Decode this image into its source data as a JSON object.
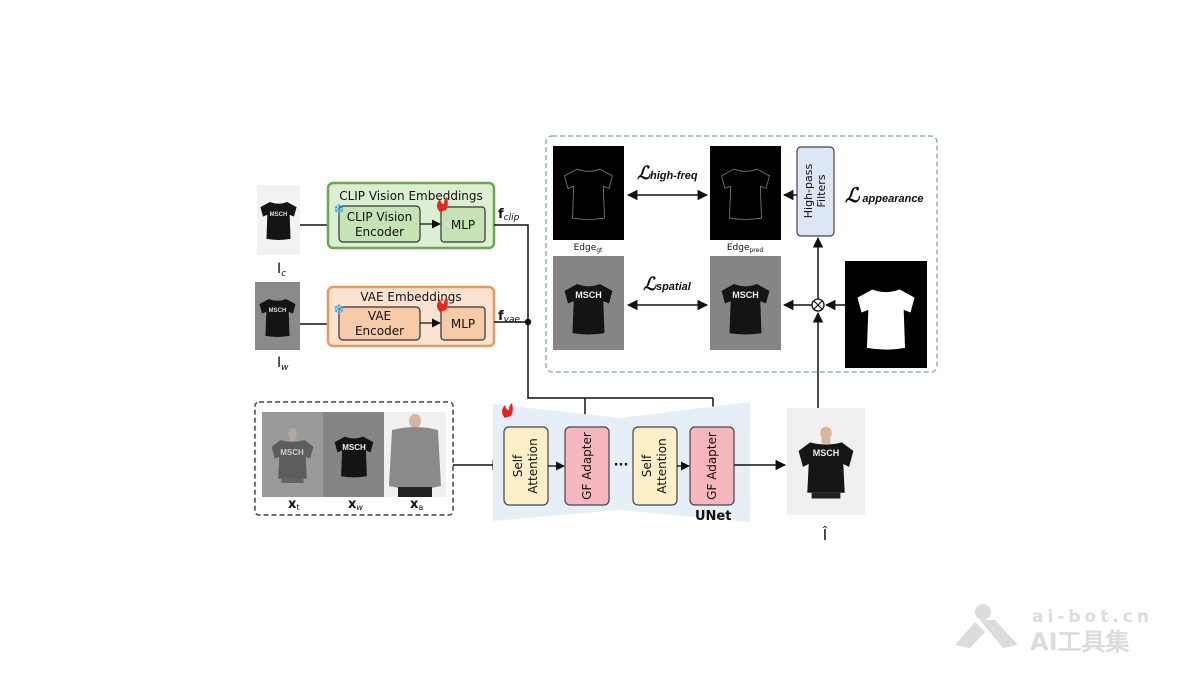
{
  "colors": {
    "clip_box": "#dcefd2",
    "clip_border": "#6aa84f",
    "vae_box": "#fbe3d2",
    "vae_border": "#e69a5e",
    "self_attention": "#fdf0c8",
    "gf_adapter": "#f6b8be",
    "high_pass": "#dce6f5",
    "unet_bg": "#e6eff8",
    "dashed_border": "#8fb0cc"
  },
  "shirt_text": "MSCH",
  "inputs": {
    "cloth_label": "I",
    "cloth_sub": "c",
    "warped_label": "I",
    "warped_sub": "w"
  },
  "clip": {
    "title": "CLIP Vision Embeddings",
    "encoder_line1": "CLIP Vision",
    "encoder_line2": "Encoder",
    "mlp": "MLP",
    "feature": "f",
    "feature_sub": "clip"
  },
  "vae": {
    "title": "VAE Embeddings",
    "encoder_line1": "VAE",
    "encoder_line2": "Encoder",
    "mlp": "MLP",
    "feature": "f",
    "feature_sub": "vae"
  },
  "losses": {
    "high_freq": "high-freq",
    "spatial": "spatial",
    "appearance": "appearance",
    "symbol": "ℒ"
  },
  "edge_gt": {
    "label": "Edge",
    "sub": "gt"
  },
  "edge_pred": {
    "label": "Edge",
    "sub": "pred"
  },
  "high_pass": {
    "line1": "High-pass",
    "line2": "Filters"
  },
  "latents": [
    {
      "label": "x",
      "sub": "t"
    },
    {
      "label": "x",
      "sub": "w"
    },
    {
      "label": "x",
      "sub": "a"
    }
  ],
  "unet": {
    "label": "UNet",
    "self_attention_line1": "Self",
    "self_attention_line2": "Attention",
    "gf_adapter": "GF Adapter",
    "ellipsis": "···"
  },
  "output": {
    "label": "Î"
  },
  "watermark": {
    "domain": "ai-bot.cn",
    "name": "AI工具集"
  },
  "icons": {
    "frozen": "snowflake-icon",
    "trainable": "flame-icon",
    "multiply": "otimes-icon"
  }
}
